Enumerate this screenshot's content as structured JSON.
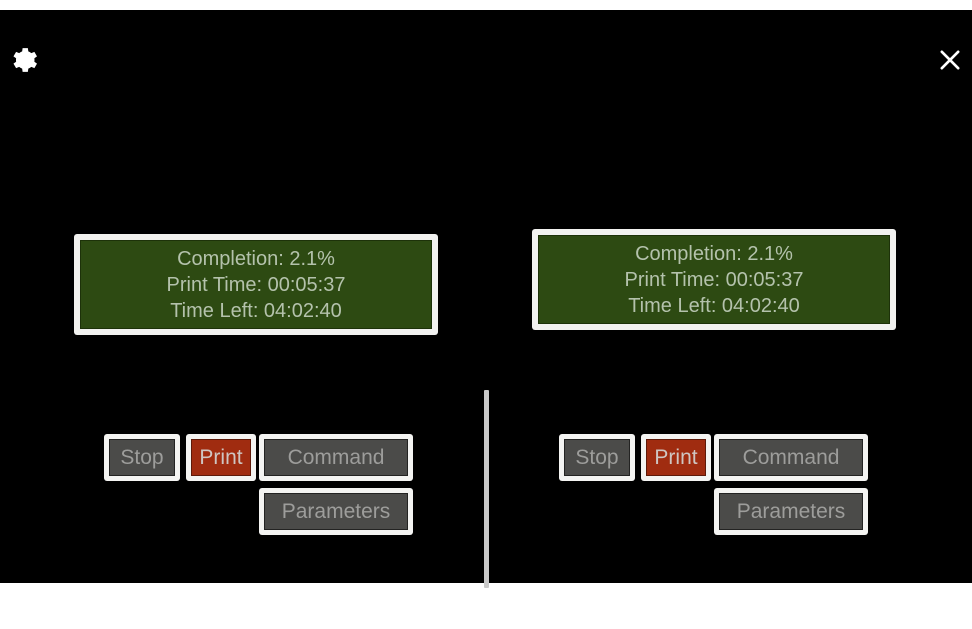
{
  "window": {
    "background_color": "#000000",
    "page_background_color": "#ffffff"
  },
  "topbar": {
    "settings_icon": "gear-icon",
    "close_icon": "close-icon"
  },
  "ghost": {
    "line_a": "",
    "line_b": "",
    "line_c": ""
  },
  "colors": {
    "panel_green": "#2d4a12",
    "panel_text": "#b4c2ac",
    "button_gray": "#4b4b49",
    "button_text": "#9d9d9b",
    "accent_red": "#a02c10",
    "border_white": "#f2f2f0",
    "divider": "#c9c9c9"
  },
  "panes": [
    {
      "id": "left",
      "status": {
        "completion_label": "Completion: 2.1%",
        "print_time_label": "Print Time: 00:05:37",
        "time_left_label": "Time Left: 04:02:40",
        "completion_percent": "2.1%",
        "print_time": "00:05:37",
        "time_left": "04:02:40"
      },
      "buttons": {
        "stop": "Stop",
        "print": "Print",
        "command": "Command",
        "parameters": "Parameters"
      }
    },
    {
      "id": "right",
      "status": {
        "completion_label": "Completion: 2.1%",
        "print_time_label": "Print Time: 00:05:37",
        "time_left_label": "Time Left: 04:02:40",
        "completion_percent": "2.1%",
        "print_time": "00:05:37",
        "time_left": "04:02:40"
      },
      "buttons": {
        "stop": "Stop",
        "print": "Print",
        "command": "Command",
        "parameters": "Parameters"
      }
    }
  ]
}
